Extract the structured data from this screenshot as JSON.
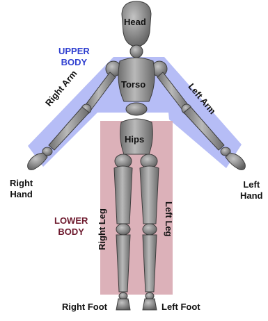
{
  "regions": {
    "upper_body": {
      "line1": "UPPER",
      "line2": "BODY",
      "color": "#2f3fd0",
      "fill": "#a9b1f4"
    },
    "lower_body": {
      "line1": "LOWER",
      "line2": "BODY",
      "color": "#6e1a2e",
      "fill": "#d8a9b1"
    }
  },
  "parts": {
    "head": "Head",
    "torso": "Torso",
    "hips": "Hips",
    "right_arm": "Right Arm",
    "left_arm": "Left Arm",
    "right_leg": "Right Leg",
    "left_leg": "Left Leg",
    "right_hand": {
      "line1": "Right",
      "line2": "Hand"
    },
    "left_hand": {
      "line1": "Left",
      "line2": "Hand"
    },
    "right_foot": "Right Foot",
    "left_foot": "Left Foot"
  },
  "colors": {
    "mannequin": "#9a9a9a",
    "mannequin_dark": "#5c5c5c",
    "text": "#111111"
  }
}
